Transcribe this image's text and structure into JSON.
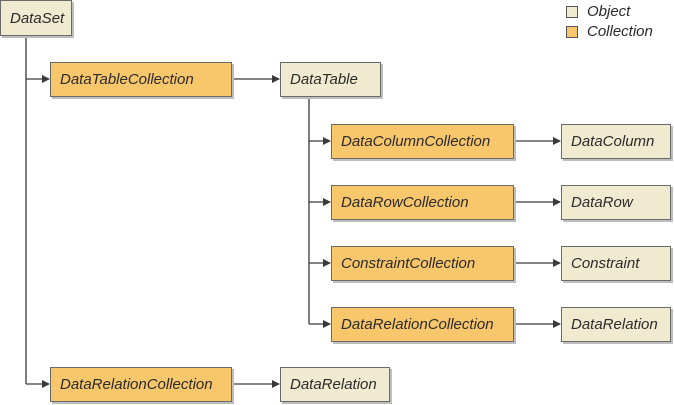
{
  "colors": {
    "object": "#f0ead0",
    "collection": "#f8c66b",
    "line": "#3a3a3a"
  },
  "legend": {
    "object": "Object",
    "collection": "Collection"
  },
  "nodes": {
    "dataset": "DataSet",
    "datatable_collection": "DataTableCollection",
    "datatable": "DataTable",
    "datacolumn_collection": "DataColumnCollection",
    "datacolumn": "DataColumn",
    "datarow_collection": "DataRowCollection",
    "datarow": "DataRow",
    "constraint_collection": "ConstraintCollection",
    "constraint": "Constraint",
    "table_relation_collection": "DataRelationCollection",
    "table_relation": "DataRelation",
    "dataset_relation_collection": "DataRelationCollection",
    "dataset_relation": "DataRelation"
  }
}
